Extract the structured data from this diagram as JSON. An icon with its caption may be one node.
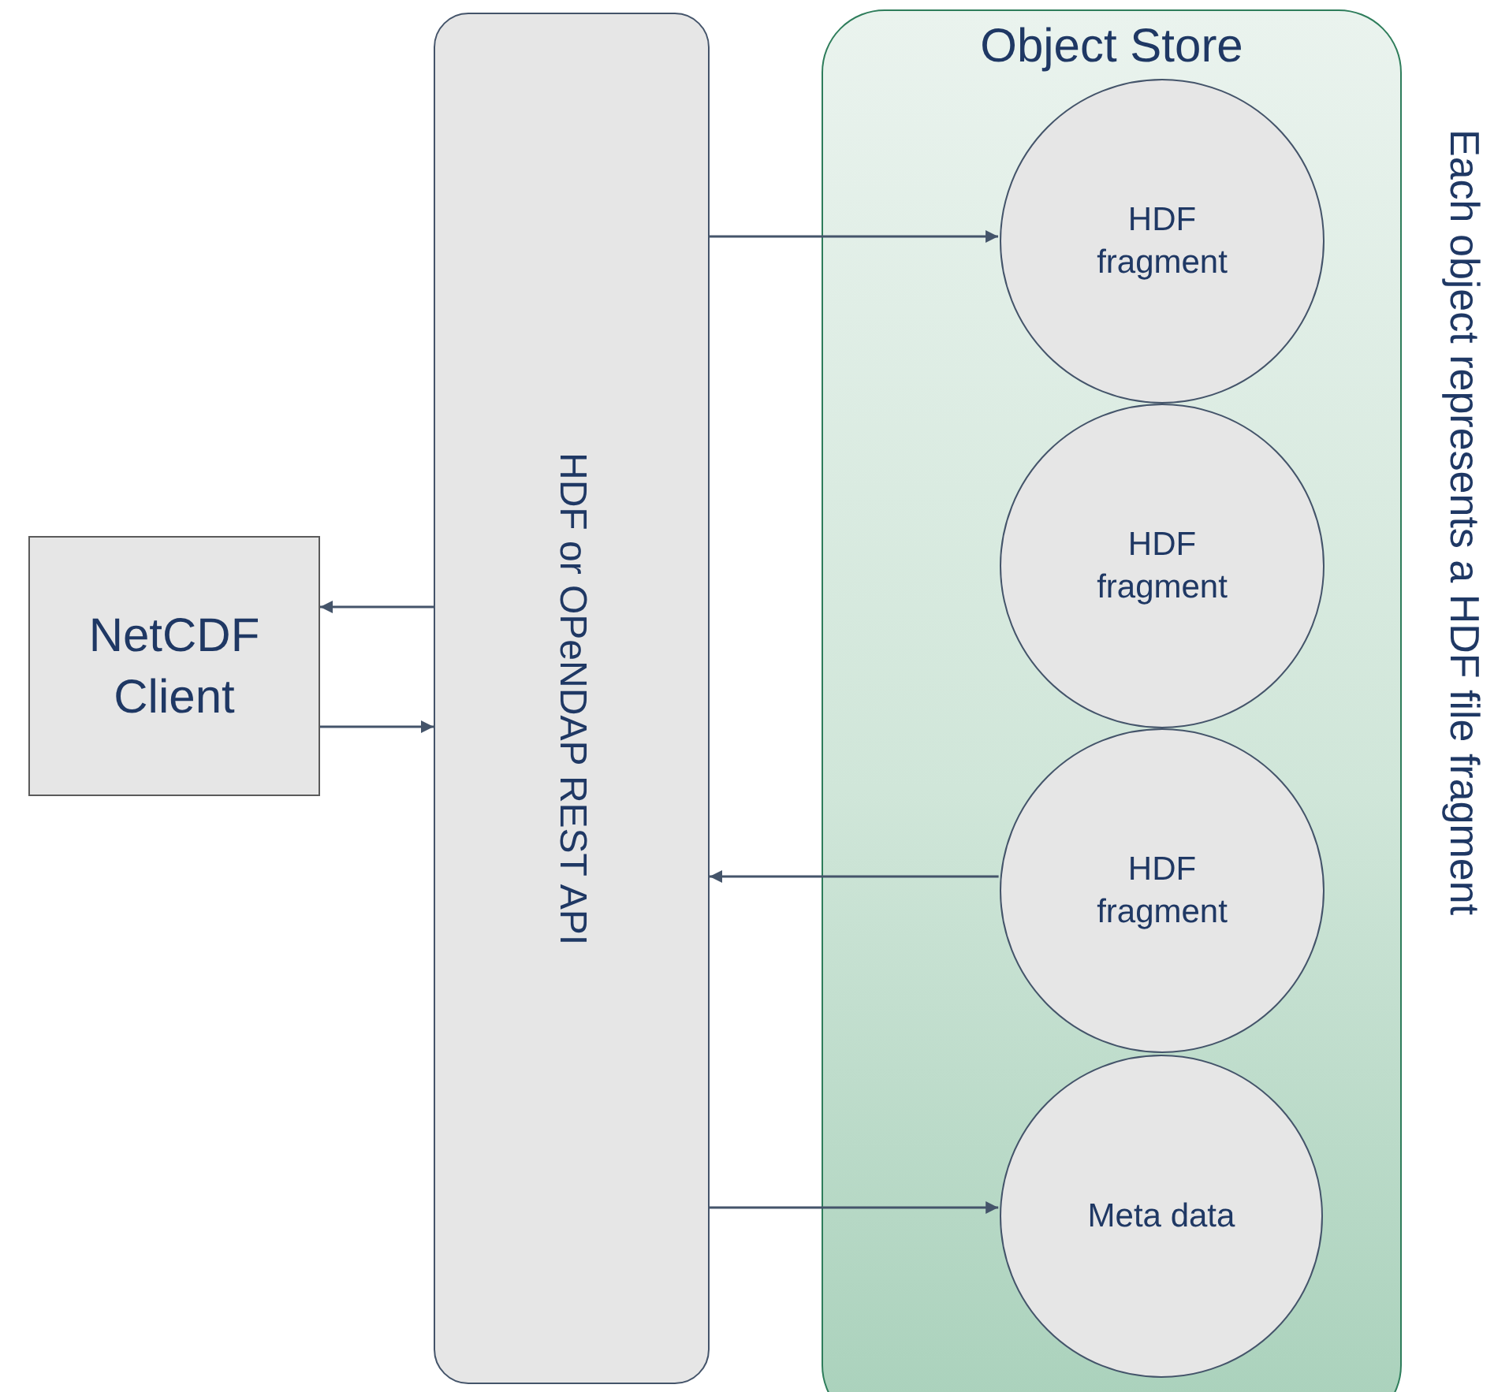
{
  "diagram": {
    "nodes": [
      {
        "text": [
          "NetCDF Client"
        ]
      },
      {
        "text": [
          "HDF or OPeNDAP REST API"
        ]
      },
      {
        "text": [
          "Object Store"
        ]
      },
      {
        "text": [
          "HDF fragment"
        ],
        "in": 2
      },
      {
        "text": [
          "HDF fragment"
        ],
        "in": 2
      },
      {
        "text": [
          "HDF fragment"
        ],
        "in": 2
      },
      {
        "text": [
          "Meta data"
        ],
        "in": 2
      }
    ],
    "edges": [
      {
        "from": 1,
        "to": 3,
        "arrow": "to"
      },
      {
        "from": 1,
        "to": 0,
        "arrow": "to"
      },
      {
        "from": 0,
        "to": 1,
        "arrow": "to"
      },
      {
        "from": 5,
        "to": 1,
        "arrow": "to"
      },
      {
        "from": 1,
        "to": 6,
        "arrow": "to"
      }
    ],
    "labels": [
      "Each object represents a HDF file fragment"
    ]
  }
}
